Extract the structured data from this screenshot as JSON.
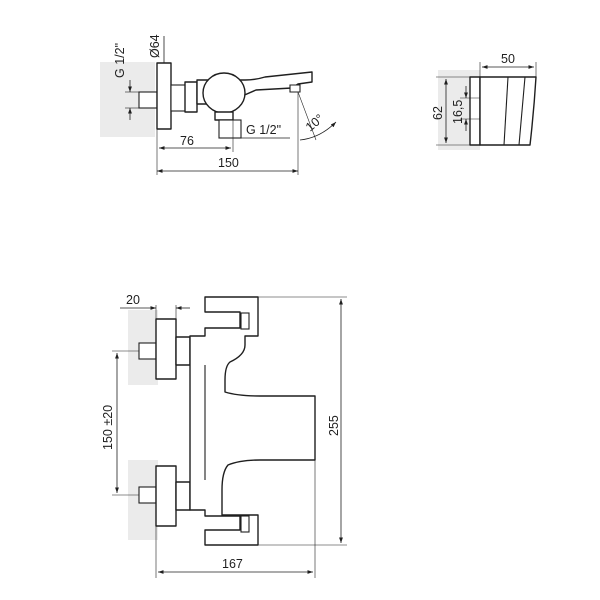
{
  "views": {
    "side": {
      "labels": {
        "thread_top": "G 1/2\"",
        "diameter": "Ø64",
        "dim_76": "76",
        "thread_bottom": "G 1/2\"",
        "angle": "10°",
        "dim_150": "150"
      }
    },
    "holder": {
      "labels": {
        "dim_50": "50",
        "dim_62": "62",
        "dim_16_5": "16,5"
      }
    },
    "front": {
      "labels": {
        "dim_20": "20",
        "dim_150_tol": "150 ±20",
        "dim_255": "255",
        "dim_167": "167"
      }
    }
  },
  "colors": {
    "line": "#1f1f1f",
    "shadow": "#ebebeb",
    "background": "#ffffff"
  }
}
